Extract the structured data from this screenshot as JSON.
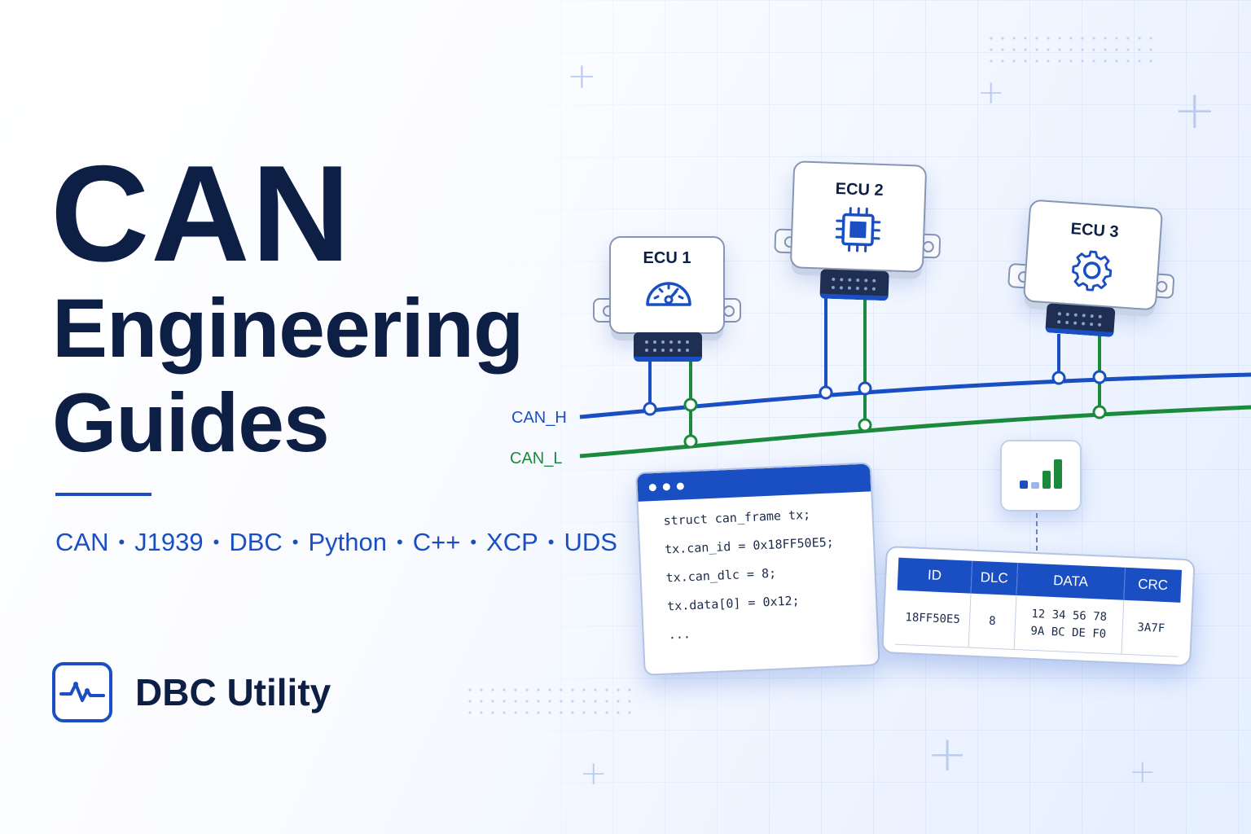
{
  "title": {
    "main": "CAN",
    "line2": "Engineering",
    "line3": "Guides"
  },
  "topics": [
    "CAN",
    "J1939",
    "DBC",
    "Python",
    "C++",
    "XCP",
    "UDS"
  ],
  "topic_separator": "•",
  "brand": {
    "name": "DBC Utility",
    "icon": "waveform-icon"
  },
  "bus": {
    "high_label": "CAN_H",
    "low_label": "CAN_L",
    "high_color": "#1a4fc4",
    "low_color": "#1b8a3c"
  },
  "ecus": [
    {
      "name": "ECU 1",
      "icon": "gauge-icon"
    },
    {
      "name": "ECU 2",
      "icon": "chip-icon"
    },
    {
      "name": "ECU 3",
      "icon": "gear-icon"
    }
  ],
  "code": {
    "lines": [
      "struct can_frame tx;",
      "tx.can_id = 0x18FF50E5;",
      "tx.can_dlc = 8;",
      "tx.data[0] = 0x12;",
      "..."
    ]
  },
  "frame": {
    "headers": [
      "ID",
      "DLC",
      "DATA",
      "CRC"
    ],
    "row": {
      "id": "18FF50E5",
      "dlc": "8",
      "data_line1": "12 34 56 78",
      "data_line2": "9A BC DE F0",
      "crc": "3A7F"
    }
  },
  "chart_card": {
    "icon": "bar-chart-icon"
  },
  "colors": {
    "navy": "#0d1f44",
    "accent_blue": "#1a4fc4",
    "accent_green": "#1b8a3c"
  }
}
